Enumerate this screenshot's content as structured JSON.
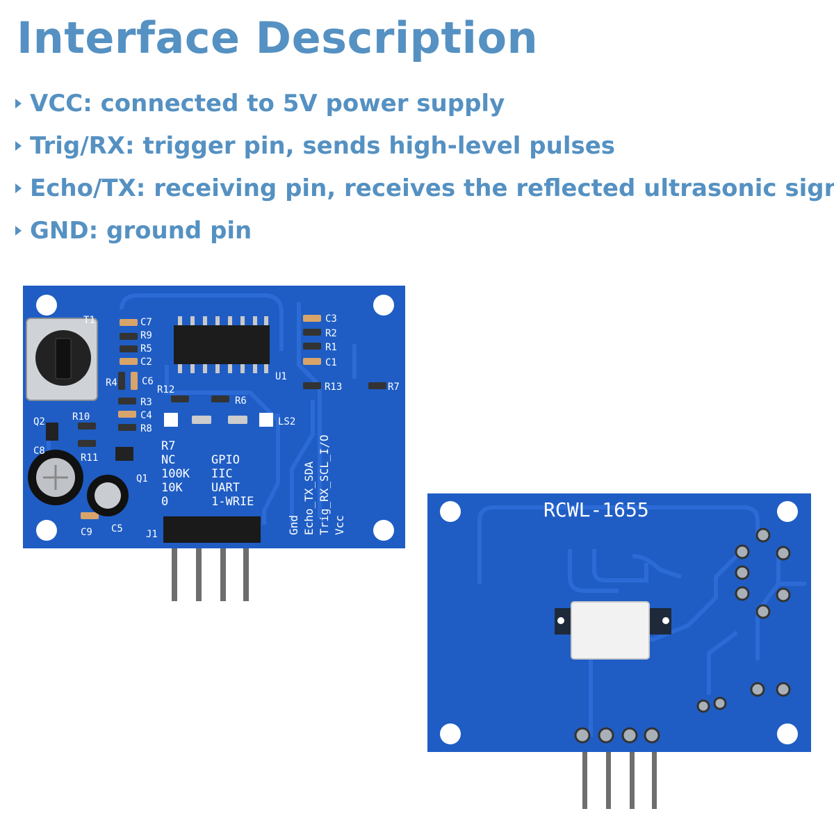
{
  "title": "Interface Description",
  "bullets": [
    {
      "text": "VCC: connected to 5V power supply"
    },
    {
      "text": "Trig/RX: trigger pin, sends high-level pulses"
    },
    {
      "text": "Echo/TX: receiving pin, receives the reflected ultrasonic signal"
    },
    {
      "text": "GND: ground pin"
    }
  ],
  "front_board": {
    "labels": {
      "t1": "T1",
      "c7": "C7",
      "r9": "R9",
      "r5": "R5",
      "c2": "C2",
      "c3": "C3",
      "r2": "R2",
      "r1": "R1",
      "c1": "C1",
      "u1": "U1",
      "r13": "R13",
      "r7b": "R7",
      "r4": "R4",
      "c6": "C6",
      "r12": "R12",
      "r3": "R3",
      "r6": "R6",
      "c4": "C4",
      "r8": "R8",
      "ls2": "LS2",
      "q2": "Q2",
      "r10": "R10",
      "r11": "R11",
      "c8": "C8",
      "q1": "Q1",
      "c9": "C9",
      "c5": "C5",
      "j1": "J1",
      "mode_r7": "R7",
      "mode_left": [
        "NC",
        "100K",
        "10K",
        "0"
      ],
      "mode_right": [
        "GPIO",
        "IIC",
        "UART",
        "1-WRIE"
      ],
      "pins": [
        "Gnd",
        "Echo_TX_SDA",
        "Trig_RX_SCL_I/O",
        "Vcc"
      ]
    }
  },
  "back_board": {
    "model": "RCWL-1655"
  },
  "colors": {
    "accent": "#5591c2",
    "pcb": "#1f5dc4",
    "trace": "#2c6bd6",
    "pin": "#6e6e6e"
  }
}
